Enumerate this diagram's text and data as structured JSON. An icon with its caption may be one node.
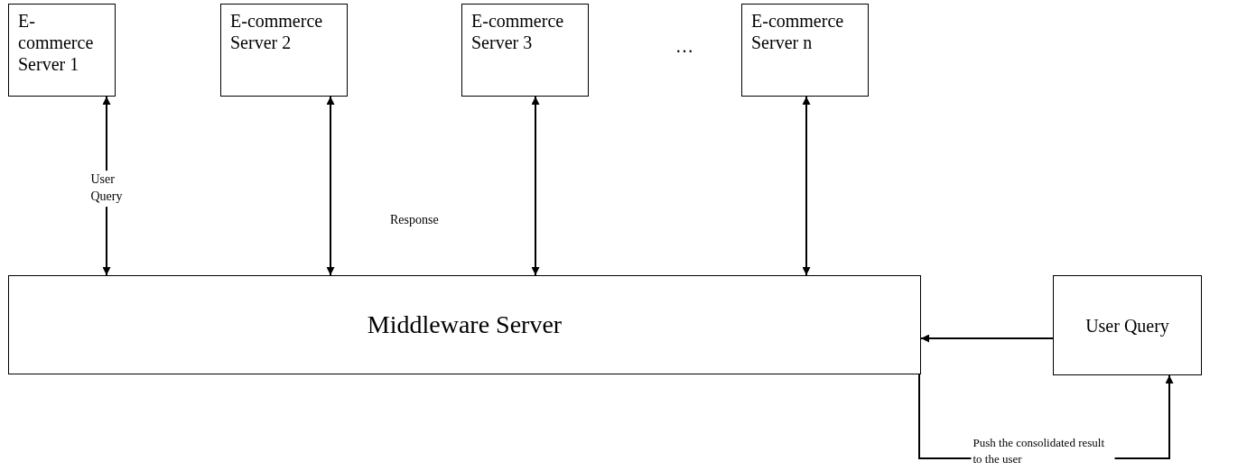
{
  "diagram": {
    "nodes": [
      {
        "text": [
          "E-commerce Server 1"
        ]
      },
      {
        "text": [
          "E-commerce Server  2"
        ]
      },
      {
        "text": [
          "E-commerce Server  3"
        ]
      },
      {
        "text": [
          "E-commerce Server  n"
        ]
      },
      {
        "text": [
          "Middleware Server"
        ]
      },
      {
        "text": [
          "User Query"
        ]
      }
    ],
    "edges": [
      {
        "from": 4,
        "to": 0,
        "arrow": "both",
        "label": "User Query"
      },
      {
        "from": 4,
        "to": 1,
        "arrow": "both"
      },
      {
        "from": 4,
        "to": 2,
        "arrow": "both"
      },
      {
        "from": 4,
        "to": 3,
        "arrow": "both"
      },
      {
        "from": 5,
        "to": 4,
        "arrow": "to"
      },
      {
        "from": 4,
        "to": 5,
        "arrow": "to",
        "label": "Push the consolidated result to the user"
      }
    ],
    "labels": [
      "Response",
      "…"
    ]
  }
}
